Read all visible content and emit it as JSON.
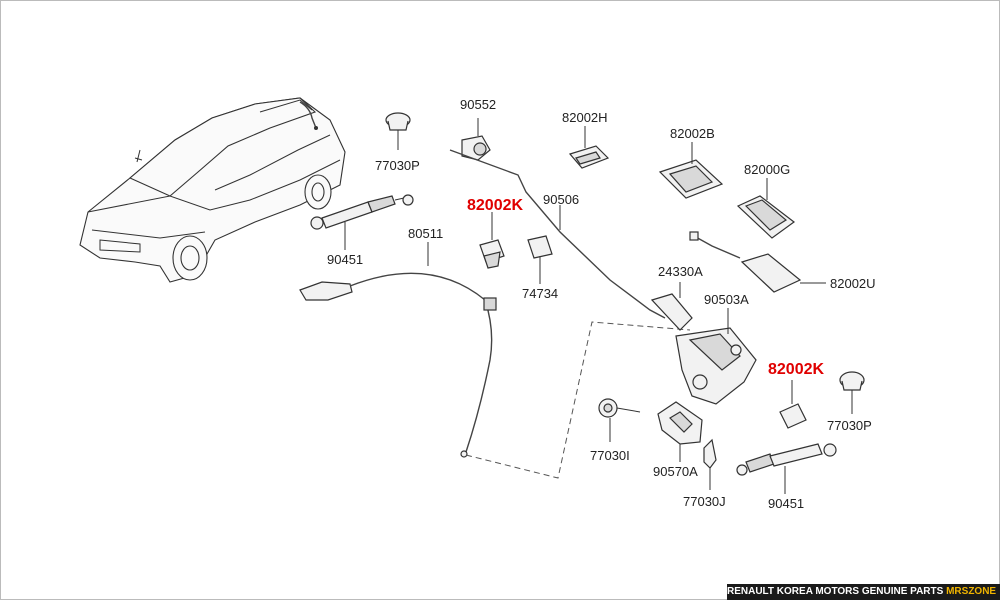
{
  "diagram": {
    "part_labels": {
      "p1": "77030P",
      "p2": "90552",
      "p3": "82002H",
      "p4": "82002B",
      "p5": "82000G",
      "p6": "90506",
      "p7": "80511",
      "p8": "90451",
      "p9": "74734",
      "p10": "24330A",
      "p11": "90503A",
      "p12": "82002U",
      "p13": "77030P",
      "p14": "77030I",
      "p15": "90570A",
      "p16": "77030J",
      "p17": "90451"
    },
    "highlight_labels": {
      "h1": "82002K",
      "h2": "82002K"
    }
  },
  "footer": {
    "text": "RENAULT KOREA MOTORS GENUINE PARTS",
    "brand": "MRSZONE"
  },
  "colors": {
    "highlight": "#e00000",
    "footer_bg": "#1a1a1a",
    "brand": "#f0b400"
  }
}
